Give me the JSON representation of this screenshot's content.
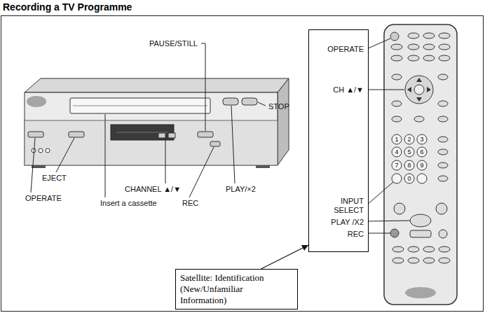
{
  "diagram": {
    "title": "Recording a TV Programme",
    "nodes": [
      {
        "text": [
          "OPERATE",
          "CH ▲/▼",
          "INPUT SELECT",
          "PLAY /X2",
          "REC"
        ]
      },
      {
        "text": [
          "Satellite: Identification (New/Unfamiliar Information)"
        ]
      }
    ],
    "edges": [
      {
        "from": 1,
        "to": 0,
        "arrow": "to"
      }
    ],
    "labels": [
      "PAUSE/STILL",
      "STOP",
      "EJECT",
      "CHANNEL ▲/▼",
      "PLAY/×2",
      "OPERATE",
      "Insert a cassette",
      "REC",
      "1",
      "2",
      "3",
      "4",
      "5",
      "6",
      "7",
      "8",
      "9",
      "0"
    ]
  }
}
